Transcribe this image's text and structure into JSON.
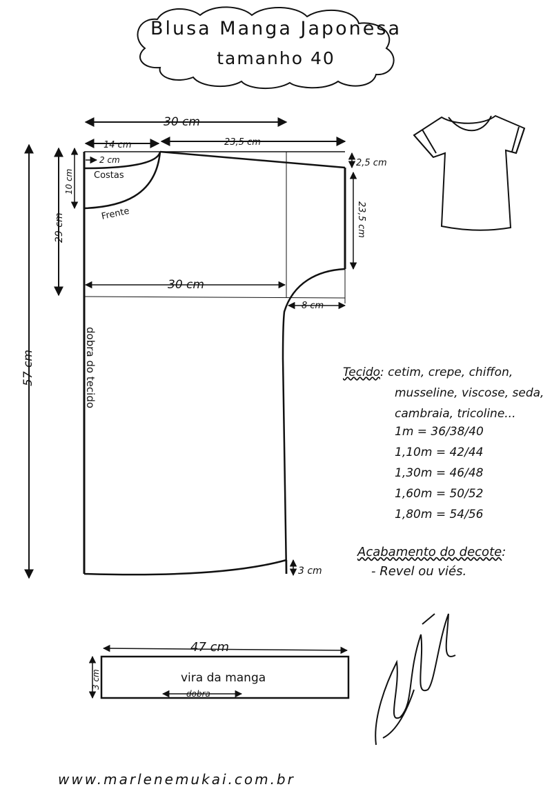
{
  "title": {
    "line1": "Blusa Manga Japonesa",
    "line2": "tamanho 40"
  },
  "measurements": {
    "top_width": "30 cm",
    "neck_width": "14 cm",
    "shoulder_length": "23,5 cm",
    "neck_small": "2 cm",
    "neck_depth": "10 cm",
    "shoulder_drop": "2,5 cm",
    "armhole_depth": "29 cm",
    "sleeve_opening": "23,5 cm",
    "body_width": "30 cm",
    "side_offset": "8 cm",
    "total_length": "57 cm",
    "hem_rise": "3 cm"
  },
  "labels": {
    "back": "Costas",
    "front": "Frente",
    "fold": "dobra do tecido"
  },
  "fabric": {
    "label": "Tecido",
    "line1": "cetim, crepe, chiffon,",
    "line2": "musseline, viscose, seda,",
    "line3": "cambraia, tricoline...",
    "yardage": [
      "1m = 36/38/40",
      "1,10m = 42/44",
      "1,30m = 46/48",
      "1,60m = 50/52",
      "1,80m = 54/56"
    ]
  },
  "finish": {
    "label": "Acabamento do decote",
    "text": "- Revel ou viés."
  },
  "cuff": {
    "width": "47 cm",
    "height": "3 cm",
    "label": "vira da manga",
    "fold": "dobra"
  },
  "website": "www.marlenemukai.com.br",
  "signature": "Marlene Mukai",
  "icons": [
    "cloud-frame",
    "t-shirt-sketch",
    "signature"
  ]
}
